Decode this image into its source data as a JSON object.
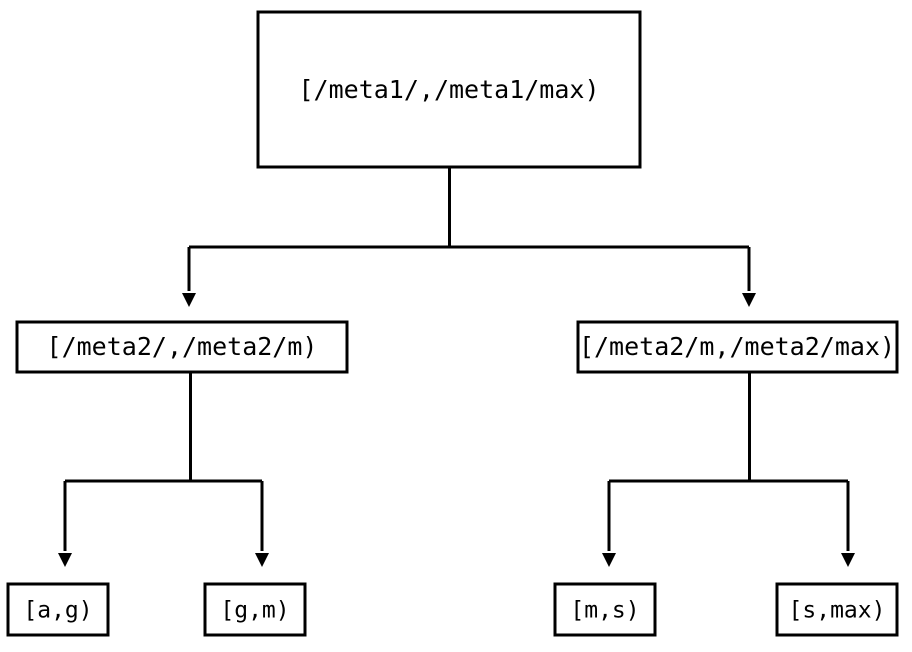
{
  "diagram": {
    "type": "tree",
    "title": "",
    "background_color": "#ffffff",
    "line_color": "#000000",
    "box_fill_color": "#ffffff",
    "text_color": "#000000",
    "nodes": {
      "root": {
        "label": "[/meta1/,/meta1/max)"
      },
      "mid_left": {
        "label": "[/meta2/,/meta2/m)"
      },
      "mid_right": {
        "label": "[/meta2/m,/meta2/max)"
      },
      "leaf_1": {
        "label": "[a,g)"
      },
      "leaf_2": {
        "label": "[g,m)"
      },
      "leaf_3": {
        "label": "[m,s)"
      },
      "leaf_4": {
        "label": "[s,max)"
      }
    },
    "edges": [
      {
        "from": "root",
        "to": "mid_left",
        "arrow": "down-triangle"
      },
      {
        "from": "root",
        "to": "mid_right",
        "arrow": "down-triangle"
      },
      {
        "from": "mid_left",
        "to": "leaf_1",
        "arrow": "down-triangle"
      },
      {
        "from": "mid_left",
        "to": "leaf_2",
        "arrow": "down-triangle"
      },
      {
        "from": "mid_right",
        "to": "leaf_3",
        "arrow": "down-triangle"
      },
      {
        "from": "mid_right",
        "to": "leaf_4",
        "arrow": "down-triangle"
      }
    ]
  }
}
